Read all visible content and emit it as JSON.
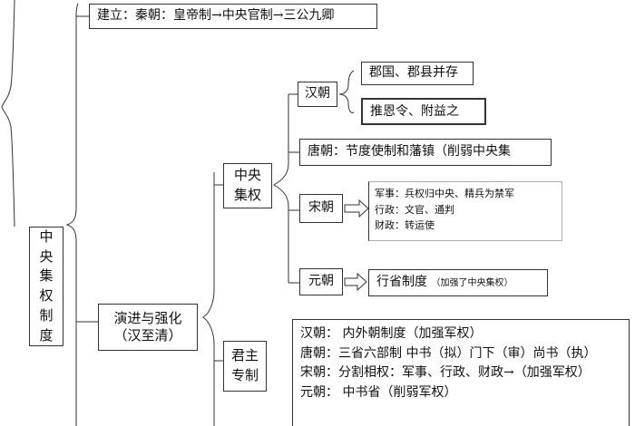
{
  "root": {
    "chars": [
      "中",
      "央",
      "集",
      "权",
      "制",
      "度"
    ]
  },
  "establish": {
    "label": "建立：秦朝：皇帝制→中央官制→三公九卿"
  },
  "evolution": {
    "line1": "演进与强化",
    "line2": "（汉至清）"
  },
  "central": {
    "chars": [
      "中央",
      "集权"
    ]
  },
  "autocracy": {
    "chars": [
      "君主",
      "专制"
    ]
  },
  "han": {
    "label": "汉朝",
    "items": [
      "郡国、郡县并存",
      "推恩令、附益之"
    ]
  },
  "tang": {
    "label": "唐朝：节度使制和藩镇（削弱中央集"
  },
  "song": {
    "label": "宋朝",
    "items": [
      "军事：兵权归中央、精兵为禁军",
      "行政：文官、通判",
      "财政：转运使"
    ]
  },
  "yuan": {
    "label": "元朝",
    "main": "行省制度",
    "note": "（加强了中央集权）"
  },
  "monarchy_list": [
    "汉朝：  内外朝制度（加强军权）",
    "唐朝：三省六部制  中书（拟）门下（审）尚书（执）",
    "宋朝：分割相权：军事、行政、财政→（加强军权）",
    "元朝：  中书省（削弱军权）"
  ]
}
